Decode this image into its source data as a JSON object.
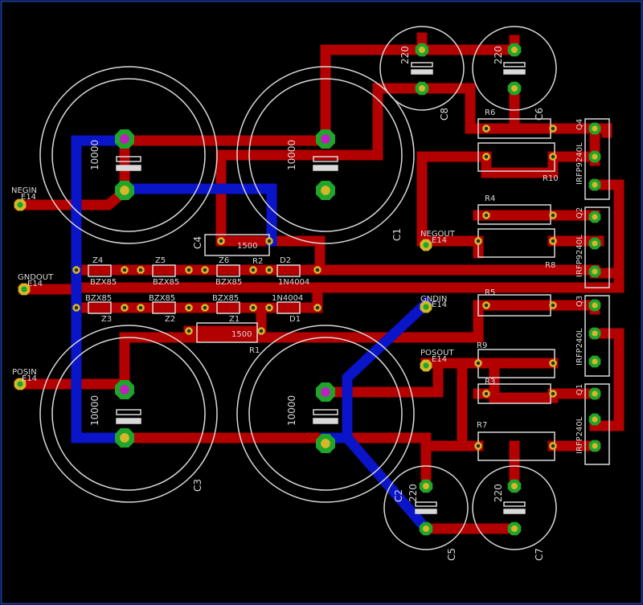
{
  "colors": {
    "background": "#000000",
    "top_copper": "#b30000",
    "bottom_copper": "#0a14c8",
    "silkscreen": "#d9d9d9",
    "pad_yellow": "#d4b82a",
    "pad_green": "#1fa52a",
    "pad_magenta": "#c020c0",
    "border": "#1a3a9a"
  },
  "labels": {
    "NEGIN": "NEGIN",
    "GNDOUT": "GNDOUT",
    "POSIN": "POSIN",
    "NEGOUT": "NEGOUT",
    "GNDIN": "GNDIN",
    "POSOUT": "POSOUT",
    "E14": "E14",
    "C1": "C1",
    "C2": "C2",
    "C3": "C3",
    "C4": "C4",
    "C5": "C5",
    "C6": "C6",
    "C7": "C7",
    "C8": "C8",
    "cap_big": "10000",
    "cap_small": "220",
    "r_1500": "1500",
    "R1": "R1",
    "R2": "R2",
    "R3": "R3",
    "R4": "R4",
    "R5": "R5",
    "R6": "R6",
    "R7": "R7",
    "R8": "R8",
    "R9": "R9",
    "R10": "R10",
    "Z1": "Z1",
    "Z2": "Z2",
    "Z3": "Z3",
    "Z4": "Z4",
    "Z5": "Z5",
    "Z6": "Z6",
    "D1": "D1",
    "D2": "D2",
    "BZX85": "BZX85",
    "1N4004": "1N4004",
    "Q1": "Q1",
    "Q2": "Q2",
    "Q3": "Q3",
    "Q4": "Q4",
    "IRFP9240L": "IRFP9240L",
    "IRFP240L": "IRFP240L"
  }
}
